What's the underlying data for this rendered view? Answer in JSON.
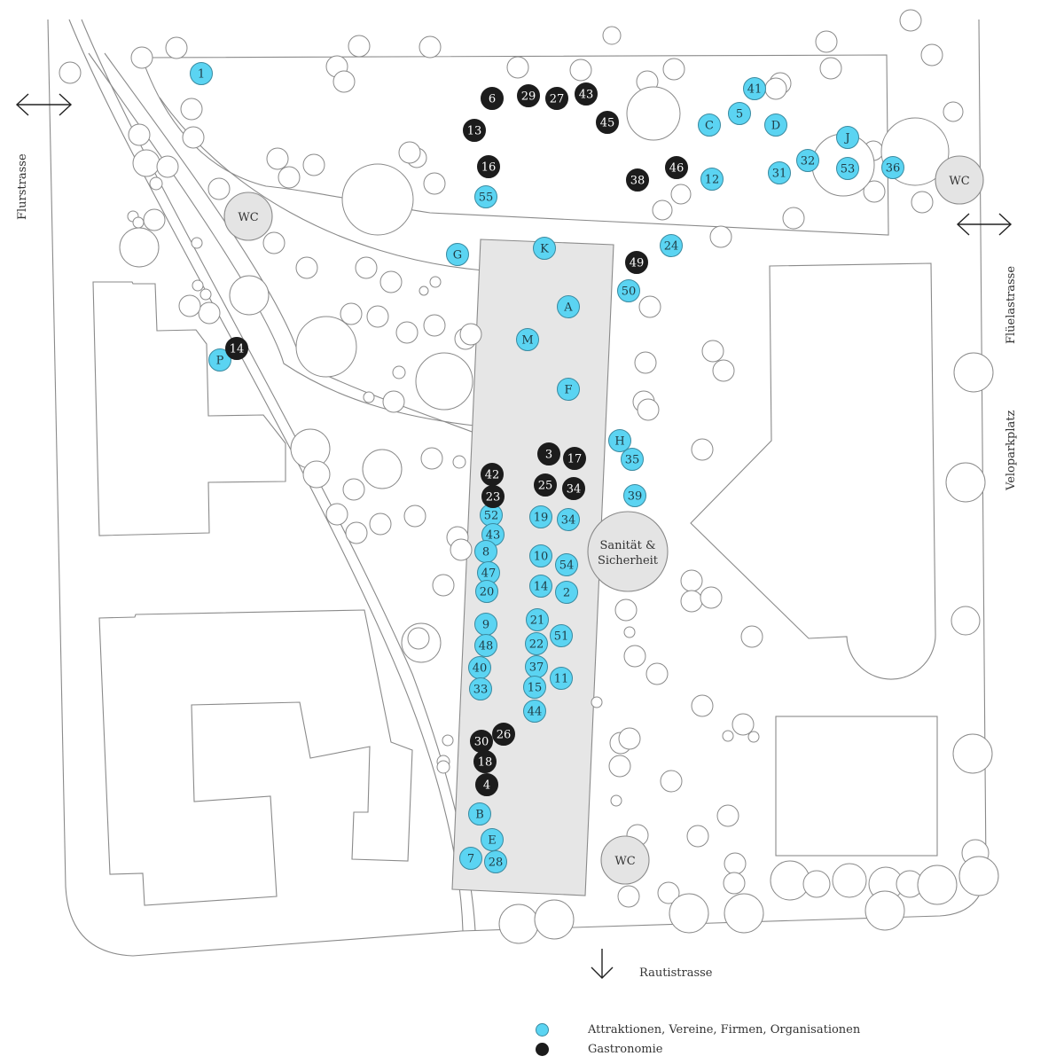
{
  "colors": {
    "attraction": "#5bd4f2",
    "gastronomy": "#1c1c1c",
    "facility": "#e4e4e4",
    "plaza": "#e6e6e6",
    "line": "#8a8a8a"
  },
  "streets": {
    "flurstrasse": "Flurstrasse",
    "fluelastrasse": "Flüelastrasse",
    "veloparkplatz": "Veloparkplatz",
    "rautistrasse": "Rautistrasse"
  },
  "facilities": [
    {
      "id": "wc-west",
      "label": "WC"
    },
    {
      "id": "wc-east",
      "label": "WC"
    },
    {
      "id": "wc-south",
      "label": "WC"
    },
    {
      "id": "sanitaet",
      "label_line1": "Sanität &",
      "label_line2": "Sicherheit"
    }
  ],
  "legend": {
    "attraction": "Attraktionen, Vereine, Firmen, Organisationen",
    "gastronomy": "Gastronomie"
  },
  "markers": {
    "attractions": [
      "1",
      "41",
      "5",
      "C",
      "D",
      "J",
      "32",
      "53",
      "36",
      "31",
      "12",
      "55",
      "24",
      "G",
      "K",
      "50",
      "A",
      "M",
      "F",
      "P",
      "H",
      "35",
      "39",
      "52",
      "43",
      "8",
      "47",
      "20",
      "19",
      "34",
      "10",
      "54",
      "14",
      "2",
      "9",
      "48",
      "40",
      "33",
      "21",
      "22",
      "51",
      "37",
      "11",
      "15",
      "44",
      "B",
      "E",
      "7",
      "28"
    ],
    "gastronomy": [
      "6",
      "29",
      "27",
      "43",
      "45",
      "13",
      "16",
      "38",
      "46",
      "49",
      "14",
      "3",
      "17",
      "42",
      "25",
      "34",
      "23",
      "30",
      "26",
      "18",
      "4"
    ]
  }
}
